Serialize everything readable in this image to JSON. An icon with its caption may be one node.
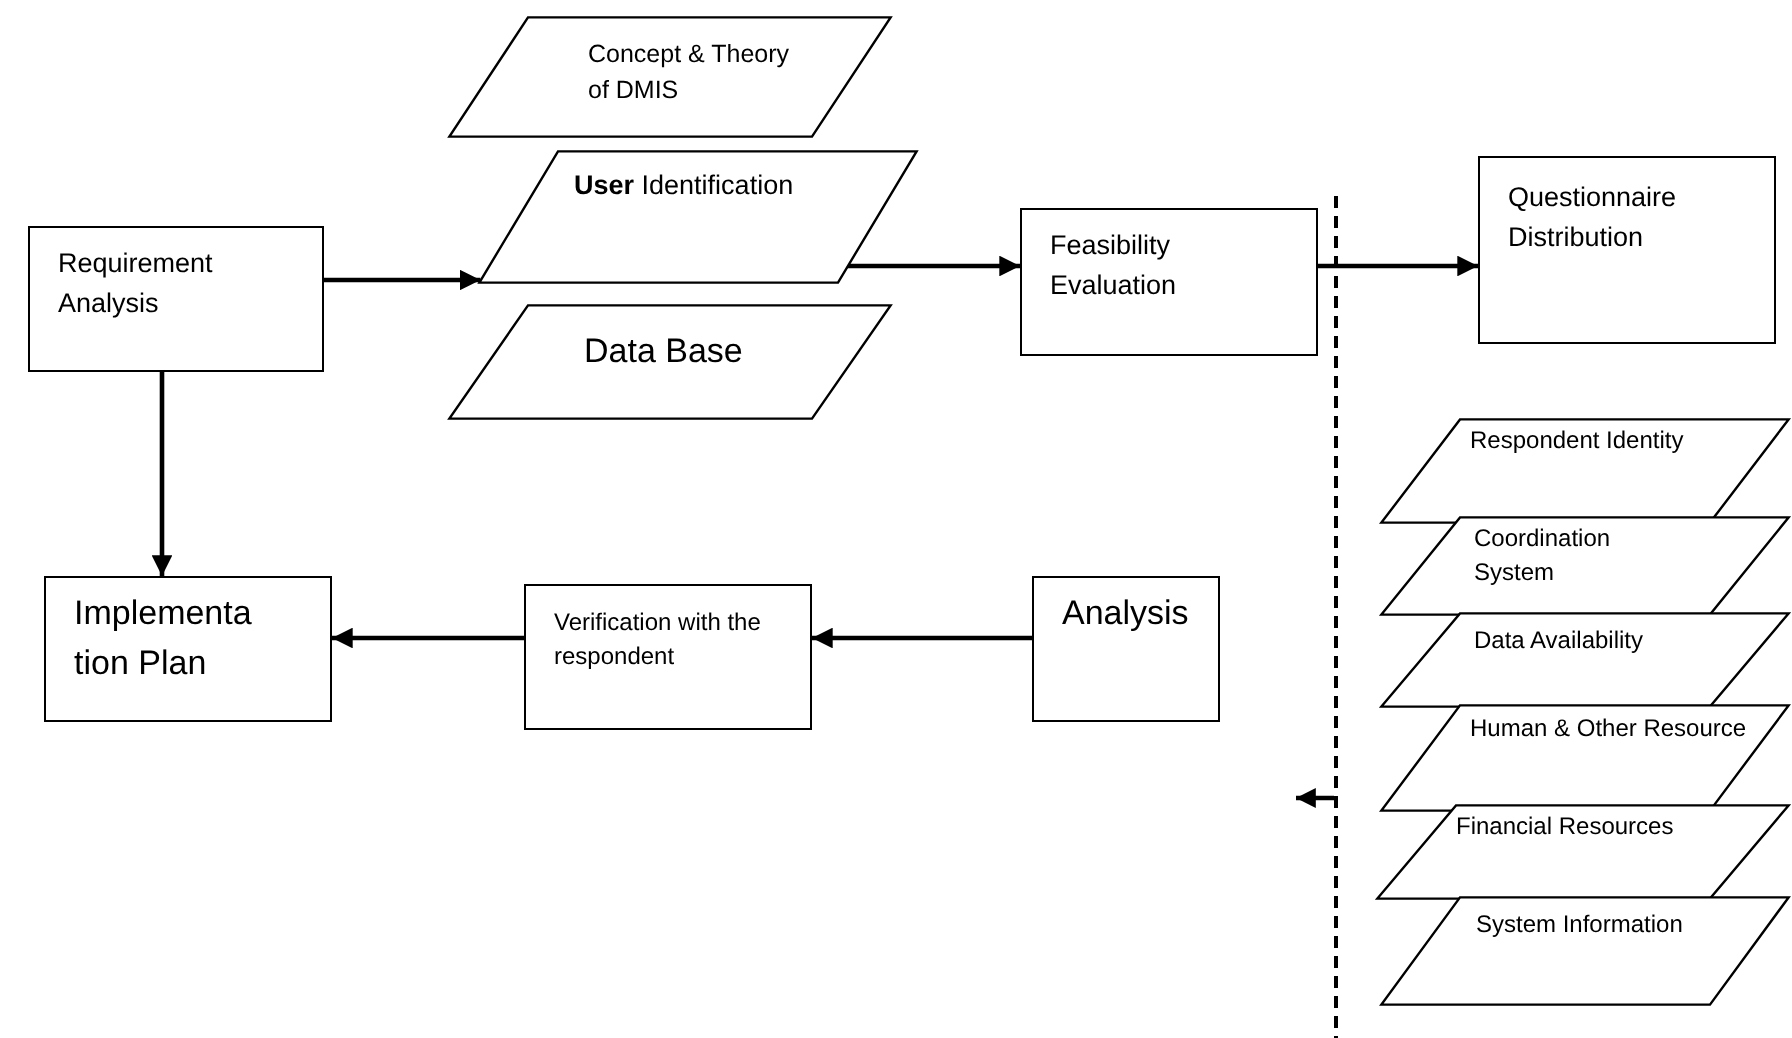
{
  "diagram": {
    "nodes": [
      {
        "text": [
          "Requirement Analysis"
        ]
      },
      {
        "text": [
          "Concept & Theory of DMIS"
        ]
      },
      {
        "text": [
          "**User** Identification"
        ]
      },
      {
        "text": [
          "Data Base"
        ]
      },
      {
        "text": [
          "Feasibility Evaluation"
        ]
      },
      {
        "text": [
          "Questionnaire Distribution"
        ]
      },
      {
        "text": [
          "Implementa tion Plan"
        ]
      },
      {
        "text": [
          "Verification with the respondent"
        ]
      },
      {
        "text": [
          "Analysis"
        ]
      },
      {
        "text": [
          "Respondent Identity"
        ]
      },
      {
        "text": [
          "Coordination System"
        ]
      },
      {
        "text": [
          "Data Availability"
        ]
      },
      {
        "text": [
          "Human & Other Resource"
        ]
      },
      {
        "text": [
          "Financial Resources"
        ]
      },
      {
        "text": [
          "System Information"
        ]
      }
    ],
    "edges": [
      {
        "from": 0,
        "to": 2,
        "arrow": "to"
      },
      {
        "from": 2,
        "to": 4,
        "arrow": "to"
      },
      {
        "from": 4,
        "to": 5,
        "arrow": "to"
      },
      {
        "from": 0,
        "to": 6,
        "arrow": "to"
      },
      {
        "from": 7,
        "to": 6,
        "arrow": "to"
      },
      {
        "from": 8,
        "to": 7,
        "arrow": "to"
      }
    ]
  }
}
